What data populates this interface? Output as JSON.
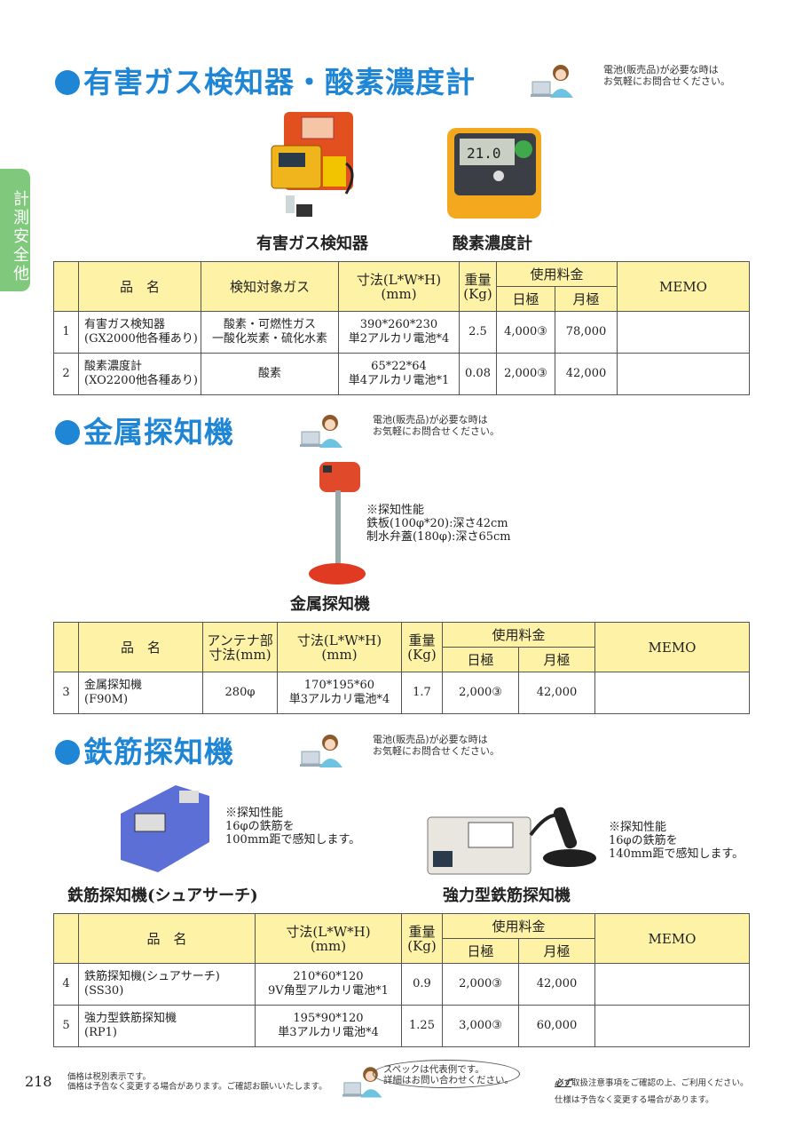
{
  "side_tab": "計測安全他",
  "sections": [
    {
      "title": "有害ガス検知器・酸素濃度計",
      "note": "電池(販売品)が必要な時は\nお気軽にお問合せください。"
    },
    {
      "title": "金属探知機",
      "note": "電池(販売品)が必要な時は\nお気軽にお問合せください。"
    },
    {
      "title": "鉄筋探知機",
      "note": "電池(販売品)が必要な時は\nお気軽にお問合せください。"
    }
  ],
  "captions": {
    "gas": "有害ガス検知器",
    "oxygen": "酸素濃度計",
    "metal": "金属探知機",
    "rebar1": "鉄筋探知機(シュアサーチ)",
    "rebar2": "強力型鉄筋探知機"
  },
  "oxygen_display": "21.0",
  "specs": {
    "metal": "※探知性能\n鉄板(100φ*20):深さ42cm\n制水弁蓋(180φ):深さ65cm",
    "rebar1": "※探知性能\n16φの鉄筋を\n100mm距で感知します。",
    "rebar2": "※探知性能\n16φの鉄筋を\n140mm距で感知します。"
  },
  "headers": {
    "name": "品　名",
    "target_gas": "検知対象ガス",
    "antenna": "アンテナ部\n寸法(mm)",
    "size": "寸法(L*W*H)\n(mm)",
    "weight": "重量\n(Kg)",
    "fee": "使用料金",
    "daily": "日極",
    "monthly": "月極",
    "memo": "MEMO"
  },
  "table1": [
    {
      "no": "1",
      "name": "有害ガス検知器\n(GX2000他各種あり)",
      "gas": "酸素・可燃性ガス\n一酸化炭素・硫化水素",
      "size": "390*260*230\n単2アルカリ電池*4",
      "weight": "2.5",
      "daily": "4,000③",
      "monthly": "78,000"
    },
    {
      "no": "2",
      "name": "酸素濃度計\n(XO2200他各種あり)",
      "gas": "酸素",
      "size": "65*22*64\n単4アルカリ電池*1",
      "weight": "0.08",
      "daily": "2,000③",
      "monthly": "42,000"
    }
  ],
  "table2": [
    {
      "no": "3",
      "name": "金属探知機\n(F90M)",
      "antenna": "280φ",
      "size": "170*195*60\n単3アルカリ電池*4",
      "weight": "1.7",
      "daily": "2,000③",
      "monthly": "42,000"
    }
  ],
  "table3": [
    {
      "no": "4",
      "name": "鉄筋探知機(シュアサーチ)\n(SS30)",
      "size": "210*60*120\n9V角型アルカリ電池*1",
      "weight": "0.9",
      "daily": "2,000③",
      "monthly": "42,000"
    },
    {
      "no": "5",
      "name": "強力型鉄筋探知機\n(RP1)",
      "size": "195*90*120\n単3アルカリ電池*4",
      "weight": "1.25",
      "daily": "3,000③",
      "monthly": "60,000"
    }
  ],
  "footer": {
    "page": "218",
    "left": "価格は税別表示です。\n価格は予告なく変更する場合があります。ご確認お願いいたします。",
    "bubble": "スペックは代表例です。\n詳細はお問い合わせください。",
    "right_em": "必ず",
    "right": "取扱注意事項をご確認の上、ご利用ください。\n仕様は予告なく変更する場合があります。"
  },
  "colors": {
    "heading": "#1f86d6",
    "side_tab": "#7fc87c",
    "table_header": "#fdf2a5"
  }
}
